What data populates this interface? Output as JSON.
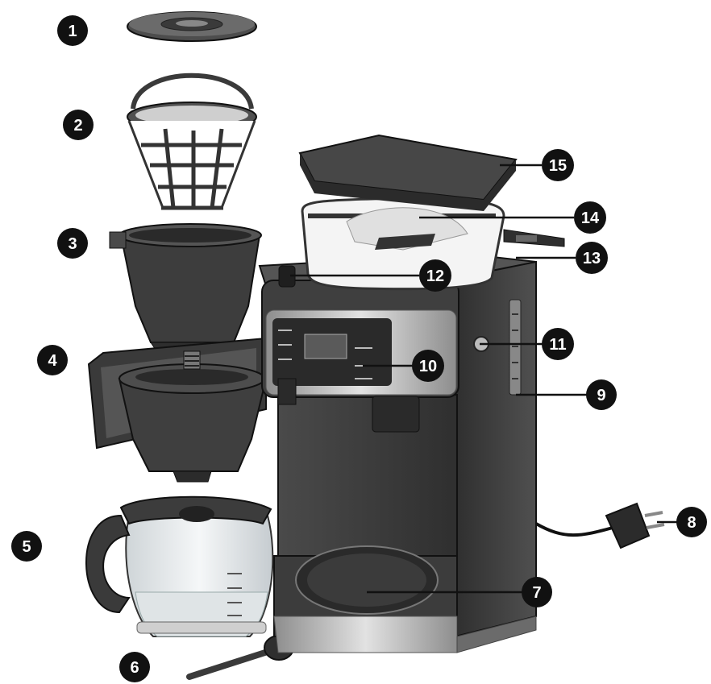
{
  "diagram": {
    "callouts": [
      {
        "id": "c1",
        "label": "1"
      },
      {
        "id": "c2",
        "label": "2"
      },
      {
        "id": "c3",
        "label": "3"
      },
      {
        "id": "c4",
        "label": "4"
      },
      {
        "id": "c5",
        "label": "5"
      },
      {
        "id": "c6",
        "label": "6"
      },
      {
        "id": "c7",
        "label": "7"
      },
      {
        "id": "c8",
        "label": "8"
      },
      {
        "id": "c9",
        "label": "9"
      },
      {
        "id": "c10",
        "label": "10"
      },
      {
        "id": "c11",
        "label": "11"
      },
      {
        "id": "c12",
        "label": "12"
      },
      {
        "id": "c13",
        "label": "13"
      },
      {
        "id": "c14",
        "label": "14"
      },
      {
        "id": "c15",
        "label": "15"
      }
    ],
    "colors": {
      "ink": "#111111",
      "body_dark": "#3a3a3a",
      "body_mid": "#555555",
      "body_light": "#7a7a7a",
      "steel": "#b9b9b9",
      "glass": "#e4e8ea",
      "background": "#ffffff"
    }
  }
}
